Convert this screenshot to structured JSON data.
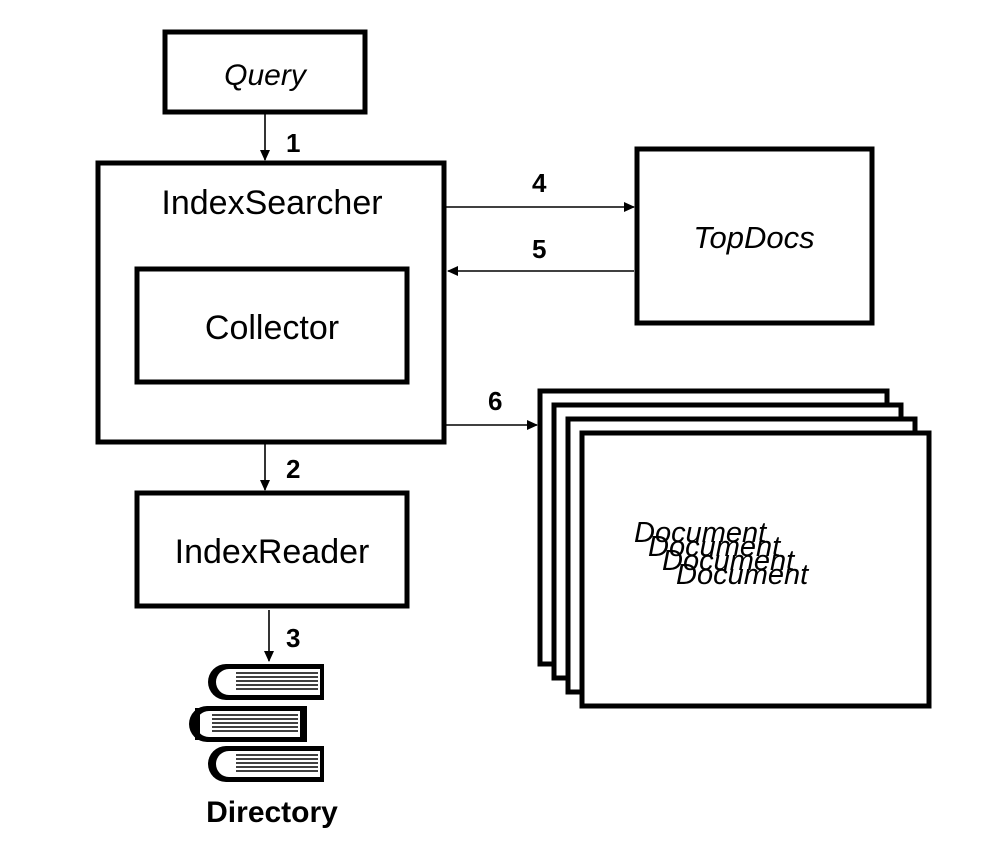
{
  "nodes": {
    "query": "Query",
    "index_searcher": "IndexSearcher",
    "collector": "Collector",
    "top_docs": "TopDocs",
    "index_reader": "IndexReader",
    "directory": "Directory",
    "documents": [
      "Document",
      "Document",
      "Document",
      "Document"
    ]
  },
  "edges": {
    "step1": "1",
    "step2": "2",
    "step3": "3",
    "step4": "4",
    "step5": "5",
    "step6": "6"
  },
  "colors": {
    "stroke": "#000000",
    "background": "#ffffff"
  }
}
